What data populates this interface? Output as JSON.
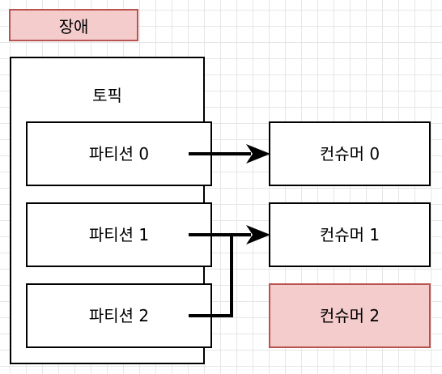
{
  "failure_label": "장애",
  "topic": {
    "title": "토픽",
    "partitions": [
      "파티션 0",
      "파티션 1",
      "파티션 2"
    ]
  },
  "consumers": [
    "컨슈머 0",
    "컨슈머 1",
    "컨슈머 2"
  ],
  "colors": {
    "failure_fill": "#f4cccc",
    "failure_stroke": "#b85450",
    "stroke": "#000000",
    "grid": "#e6e6e6"
  }
}
